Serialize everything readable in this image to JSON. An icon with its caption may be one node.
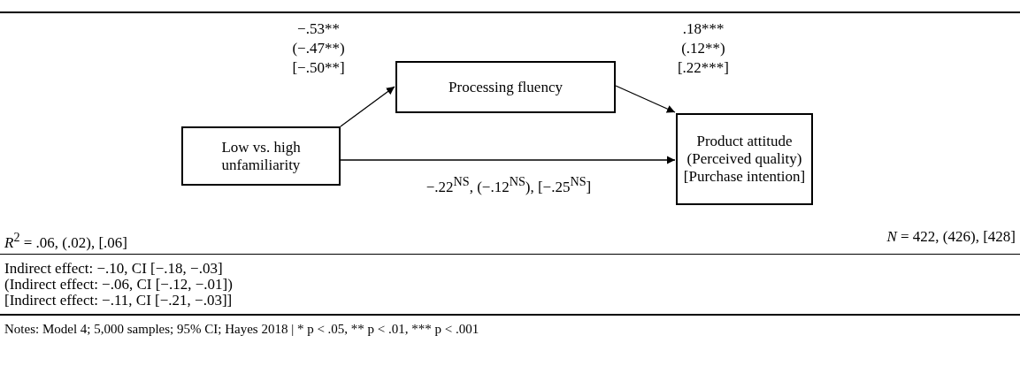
{
  "diagram": {
    "nodes": [
      {
        "text": [
          "Low vs. high unfamiliarity"
        ]
      },
      {
        "text": [
          "Processing fluency"
        ]
      },
      {
        "text": [
          "Product attitude",
          "(Perceived quality)",
          "[Purchase intention]"
        ]
      }
    ],
    "edges": [
      {
        "from": 0,
        "to": 1,
        "arrow": "to",
        "label": "−.53** (−.47**) [−.50**]"
      },
      {
        "from": 1,
        "to": 2,
        "arrow": "to",
        "label": ".18*** (.12**) [.22***]"
      },
      {
        "from": 0,
        "to": 2,
        "arrow": "to",
        "label": "−.22$^{NS}$, (−.12$^{NS}$), [−.25$^{NS}$]"
      }
    ],
    "labels": [
      "*R*$^{2}$ = .06, (.02), [.06]",
      "*N* = 422, (426), [428]",
      "Indirect effect: −.10, CI [−.18, −.03]",
      "(Indirect effect: −.06, CI [−.12, −.01])",
      "[Indirect effect: −.11, CI [−.21, −.03]]",
      "Notes: Model 4; 5,000 samples; 95% CI; Hayes 2018 | * p < .05, ** p < .01, *** p < .001"
    ]
  }
}
